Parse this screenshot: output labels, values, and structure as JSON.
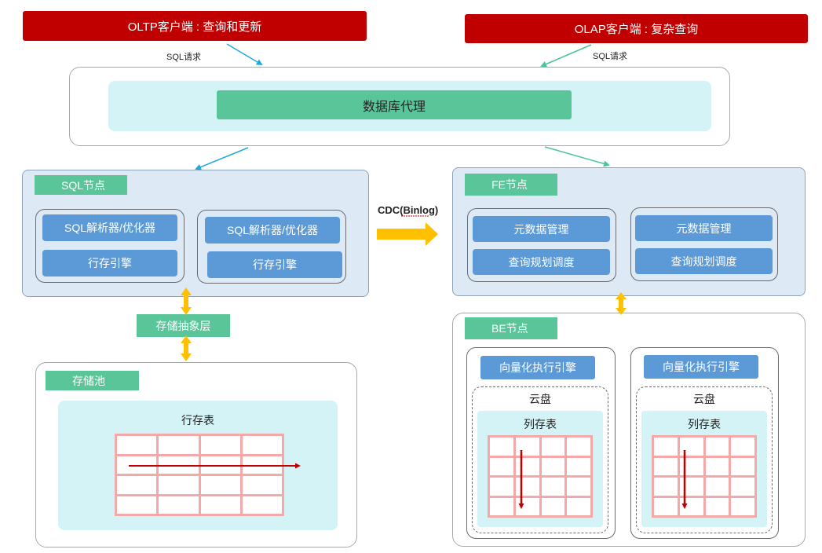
{
  "clients": {
    "oltp": "OLTP客户端 : 查询和更新",
    "olap": "OLAP客户端 : 复杂查询"
  },
  "requests": {
    "left": "SQL请求",
    "right": "SQL请求"
  },
  "proxy": {
    "label": "数据库代理"
  },
  "sql_node": {
    "title": "SQL节点",
    "units": [
      {
        "parser": "SQL解析器/优化器",
        "engine": "行存引擎"
      },
      {
        "parser": "SQL解析器/优化器",
        "engine": "行存引擎"
      }
    ]
  },
  "cdc": {
    "label": "CDC(Binlog)"
  },
  "fe_node": {
    "title": "FE节点",
    "units": [
      {
        "meta": "元数据管理",
        "schedule": "查询规划调度"
      },
      {
        "meta": "元数据管理",
        "schedule": "查询规划调度"
      }
    ]
  },
  "storage_layer": {
    "label": "存储抽象层"
  },
  "storage_pool": {
    "title": "存储池",
    "table_label": "行存表"
  },
  "be_node": {
    "title": "BE节点",
    "units": [
      {
        "engine": "向量化执行引擎",
        "cloud": "云盘",
        "table_label": "列存表"
      },
      {
        "engine": "向量化执行引擎",
        "cloud": "云盘",
        "table_label": "列存表"
      }
    ]
  },
  "colors": {
    "client_red": "#c00000",
    "green": "#5bc59a",
    "blue_button": "#5b9ad7",
    "panel_blue": "#dde9f5",
    "cyan": "#d3f3f6",
    "arrow_blue": "#1fa8e0",
    "arrow_teal": "#4cc3a0",
    "arrow_yellow": "#ffc000",
    "table_pink": "#f5a8a8",
    "table_arrow": "#c00000"
  }
}
